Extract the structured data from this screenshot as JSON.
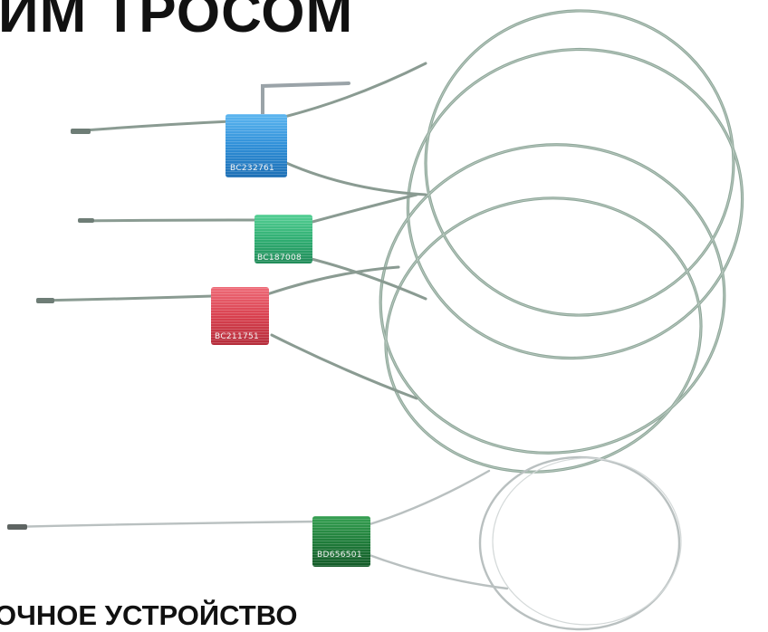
{
  "headline_top": "ИМ ТРОСОМ",
  "headline_bottom": "ОЧНОЕ УСТРОЙСТВО",
  "seals": [
    {
      "code": "BC232761",
      "color": "#2f8fd8"
    },
    {
      "code": "BC187008",
      "color": "#2fae72"
    },
    {
      "code": "BC211751",
      "color": "#d9414f"
    },
    {
      "code": "BD656501",
      "color": "#1f7d3a"
    }
  ],
  "colors": {
    "cable": "#8fa79a",
    "cable_small": "#b9c0c0",
    "text": "#111111",
    "background": "#ffffff"
  }
}
